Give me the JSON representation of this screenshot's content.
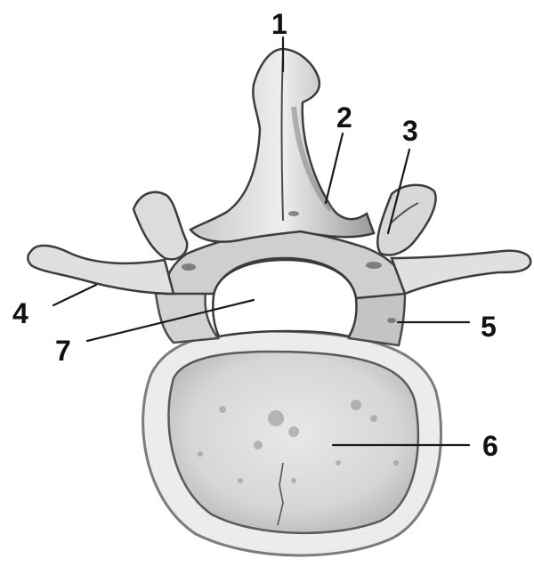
{
  "figure": {
    "labels": [
      {
        "id": "1",
        "text": "1"
      },
      {
        "id": "2",
        "text": "2"
      },
      {
        "id": "3",
        "text": "3"
      },
      {
        "id": "4",
        "text": "4"
      },
      {
        "id": "5",
        "text": "5"
      },
      {
        "id": "6",
        "text": "6"
      },
      {
        "id": "7",
        "text": "7"
      }
    ],
    "colors": {
      "bone": "#e4e4e4",
      "bone_light": "#f0f0f0",
      "bone_shadow": "#8a8a8a",
      "bone_dark": "#3c3c3c",
      "label": "#111111"
    }
  }
}
